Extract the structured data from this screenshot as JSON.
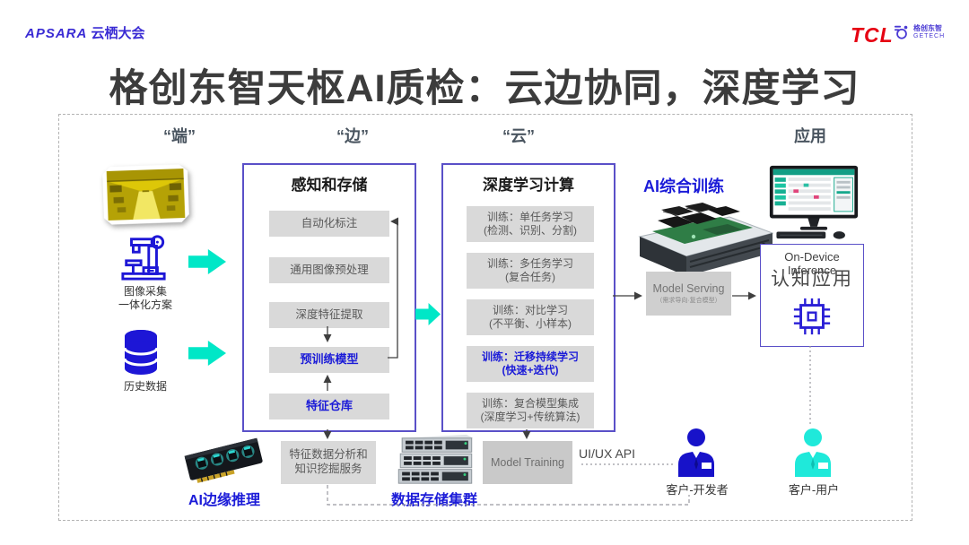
{
  "header": {
    "apsara_brand": "APSARA",
    "apsara_suffix": "云栖大会",
    "tcl": "TCL",
    "getech_name": "格创东智",
    "getech_sub": "GETECH"
  },
  "title": "格创东智天枢AI质检：云边协同，深度学习",
  "columns": {
    "device": "“端”",
    "edge": "“边”",
    "cloud": "“云”",
    "app": "应用"
  },
  "left_column": {
    "camera_label_line1": "图像采集",
    "camera_label_line2": "一体化方案",
    "history_label": "历史数据"
  },
  "perception": {
    "title": "感知和存储",
    "items": [
      {
        "label": "自动化标注"
      },
      {
        "label": "通用图像预处理"
      },
      {
        "label": "深度特征提取"
      },
      {
        "label": "预训练模型"
      },
      {
        "label": "特征仓库"
      }
    ]
  },
  "deep_learning": {
    "title": "深度学习计算",
    "items": [
      {
        "line1": "训练：单任务学习",
        "line2": "(检测、识别、分割)"
      },
      {
        "line1": "训练：多任务学习",
        "line2": "(复合任务)"
      },
      {
        "line1": "训练：对比学习",
        "line2": "(不平衡、小样本)"
      },
      {
        "line1": "训练：迁移持续学习",
        "line2": "(快速+迭代)"
      },
      {
        "line1": "训练：复合模型集成",
        "line2": "(深度学习+传统算法)"
      }
    ]
  },
  "cloud_section": {
    "ai_training_label": "AI综合训练",
    "model_serving_title": "Model Serving",
    "model_serving_subtitle": "（需求导向·复合模型）"
  },
  "app_section": {
    "on_device_line1": "On-Device Inference",
    "on_device_line2": "认知应用"
  },
  "bottom": {
    "edge_inference_label": "AI边缘推理",
    "feature_box_line1": "特征数据分析和",
    "feature_box_line2": "知识挖掘服务",
    "storage_label": "数据存储集群",
    "model_training": "Model Training",
    "api_label": "UI/UX API",
    "developer_label": "客户-开发者",
    "user_label": "客户-用户"
  },
  "colors": {
    "accent_blue": "#1b1bd8",
    "cyan_arrow": "#00e7c7",
    "panel_border": "#5a50c8",
    "tcl_red": "#e60012",
    "logo_blue": "#3a2bd4",
    "item_gray": "#d9d9d9"
  }
}
